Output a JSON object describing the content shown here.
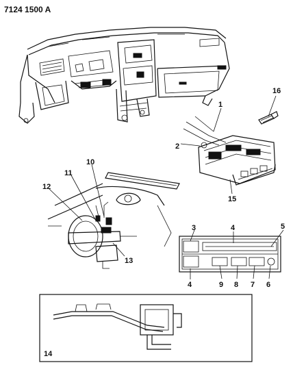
{
  "header": {
    "code": "7124 1500 A"
  },
  "callouts": [
    {
      "id": "1",
      "text": "1"
    },
    {
      "id": "2",
      "text": "2"
    },
    {
      "id": "3",
      "text": "3"
    },
    {
      "id": "4a",
      "text": "4"
    },
    {
      "id": "4b",
      "text": "4"
    },
    {
      "id": "5",
      "text": "5"
    },
    {
      "id": "6",
      "text": "6"
    },
    {
      "id": "7",
      "text": "7"
    },
    {
      "id": "8",
      "text": "8"
    },
    {
      "id": "9",
      "text": "9"
    },
    {
      "id": "10",
      "text": "10"
    },
    {
      "id": "11",
      "text": "11"
    },
    {
      "id": "12",
      "text": "12"
    },
    {
      "id": "13",
      "text": "13"
    },
    {
      "id": "14",
      "text": "14"
    },
    {
      "id": "15",
      "text": "15"
    },
    {
      "id": "16",
      "text": "16"
    }
  ]
}
